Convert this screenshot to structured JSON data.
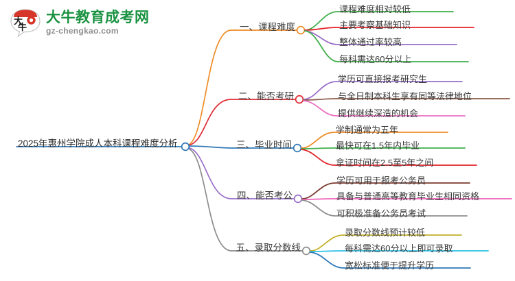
{
  "logo": {
    "mark_name": "daniu-bull-logo",
    "cn_text": "大牛教育成考网",
    "en_text": "gz-chengkao.com",
    "cn_color": "#1a9241",
    "en_color": "#8d8d8d",
    "mark_red": "#d8352a"
  },
  "mindmap": {
    "root": {
      "label": "2025年惠州学院成人本科课程难度分析",
      "line_color": "#2e78b8",
      "node_color": "#2e78b8"
    },
    "branches": [
      {
        "label": "一、课程难度",
        "color": "#ef8c27",
        "children": [
          {
            "label": "课程难度相对较低",
            "color": "#3faf4b"
          },
          {
            "label": "主要考察基础知识",
            "color": "#e3242b"
          },
          {
            "label": "整体通过率较高",
            "color": "#9a6fc9"
          },
          {
            "label": "每科需达60分以上",
            "color": "#3faf4b"
          }
        ]
      },
      {
        "label": "二、能否考研",
        "color": "#e02a33",
        "children": [
          {
            "label": "学历可直接报考研究生",
            "color": "#9a6fc9"
          },
          {
            "label": "与全日制本科生享有同等法律地位",
            "color": "#8a5a46"
          },
          {
            "label": "提供继续深造的机会",
            "color": "#ec6fc2"
          }
        ]
      },
      {
        "label": "三、毕业时间",
        "color": "#2e78b8",
        "children": [
          {
            "label": "学制通常为五年",
            "color": "#ef8c27"
          },
          {
            "label": "最快可在1.5年内毕业",
            "color": "#3faf4b"
          },
          {
            "label": "拿证时间在2.5至5年之间",
            "color": "#e3242b"
          }
        ]
      },
      {
        "label": "四、能否考公",
        "color": "#9a6fc9",
        "children": [
          {
            "label": "学历可用于报考公务员",
            "color": "#7a3a2e"
          },
          {
            "label": "具备与普通高等教育毕业生相同资格",
            "color": "#ef5fb8"
          },
          {
            "label": "可积极准备公务员考试",
            "color": "#8d8d8d"
          }
        ]
      },
      {
        "label": "五、录取分数线",
        "color": "#8d8d8d",
        "children": [
          {
            "label": "录取分数线预计较低",
            "color": "#c3b12a"
          },
          {
            "label": "每科需达60分以上即可录取",
            "color": "#2bc0e4"
          },
          {
            "label": "宽松标准便于提升学历",
            "color": "#2e78b8"
          }
        ]
      }
    ]
  }
}
